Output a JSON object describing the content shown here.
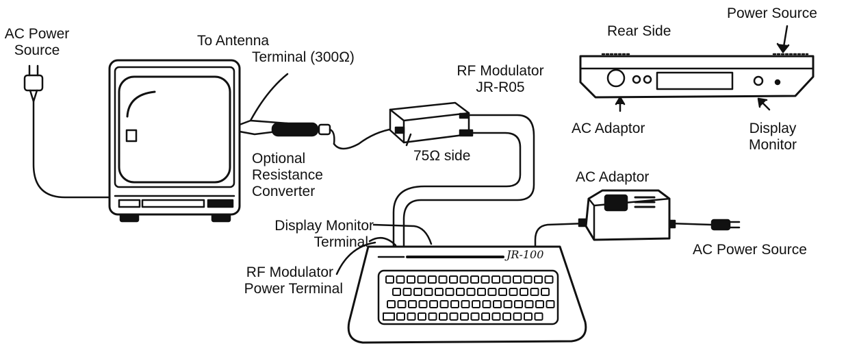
{
  "labels": {
    "ac_power_source_left": [
      "AC Power",
      "Source"
    ],
    "to_antenna": [
      "To Antenna",
      "Terminal (300Ω)"
    ],
    "rf_modulator": [
      "RF Modulator",
      "JR-R05"
    ],
    "rear_side": "Rear Side",
    "power_source": "Power Source",
    "ac_adaptor_rear": "AC Adaptor",
    "display_monitor_rear": [
      "Display",
      "Monitor"
    ],
    "side_75": "75Ω side",
    "optional_converter": [
      "Optional",
      "Resistance",
      "Converter"
    ],
    "ac_adaptor": "AC Adaptor",
    "display_monitor_terminal": [
      "Display Monitor",
      "Terminal"
    ],
    "rf_power_terminal": [
      "RF Modulator",
      "Power Terminal"
    ],
    "ac_power_source_right": "AC Power Source",
    "keyboard_logo": "JR-100"
  },
  "colors": {
    "ink": "#111111",
    "paper": "#ffffff"
  }
}
